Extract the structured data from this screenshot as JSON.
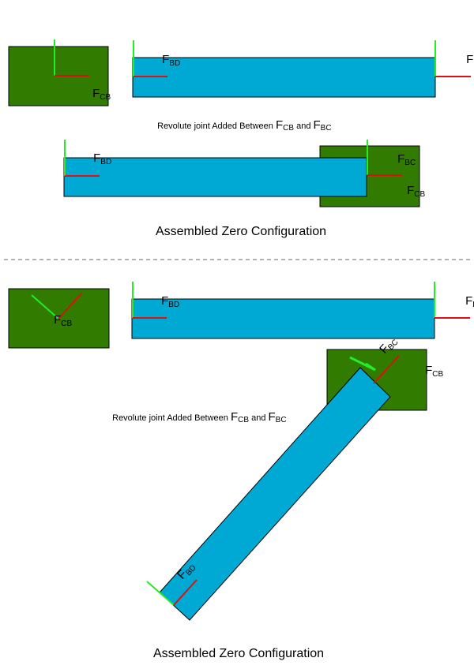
{
  "frames": {
    "f": "F",
    "cb": "CB",
    "bc": "BC",
    "bd": "BD"
  },
  "captions": {
    "joint_prefix": "Revolute joint Added Between ",
    "joint_and": " and ",
    "assembled": "Assembled Zero Configuration"
  },
  "colors": {
    "block_green": "#317B00",
    "link_blue": "#00A8D4",
    "axis_green": "#22EE22",
    "axis_red": "#DD1111",
    "outline": "#000000",
    "divider": "#666666"
  }
}
